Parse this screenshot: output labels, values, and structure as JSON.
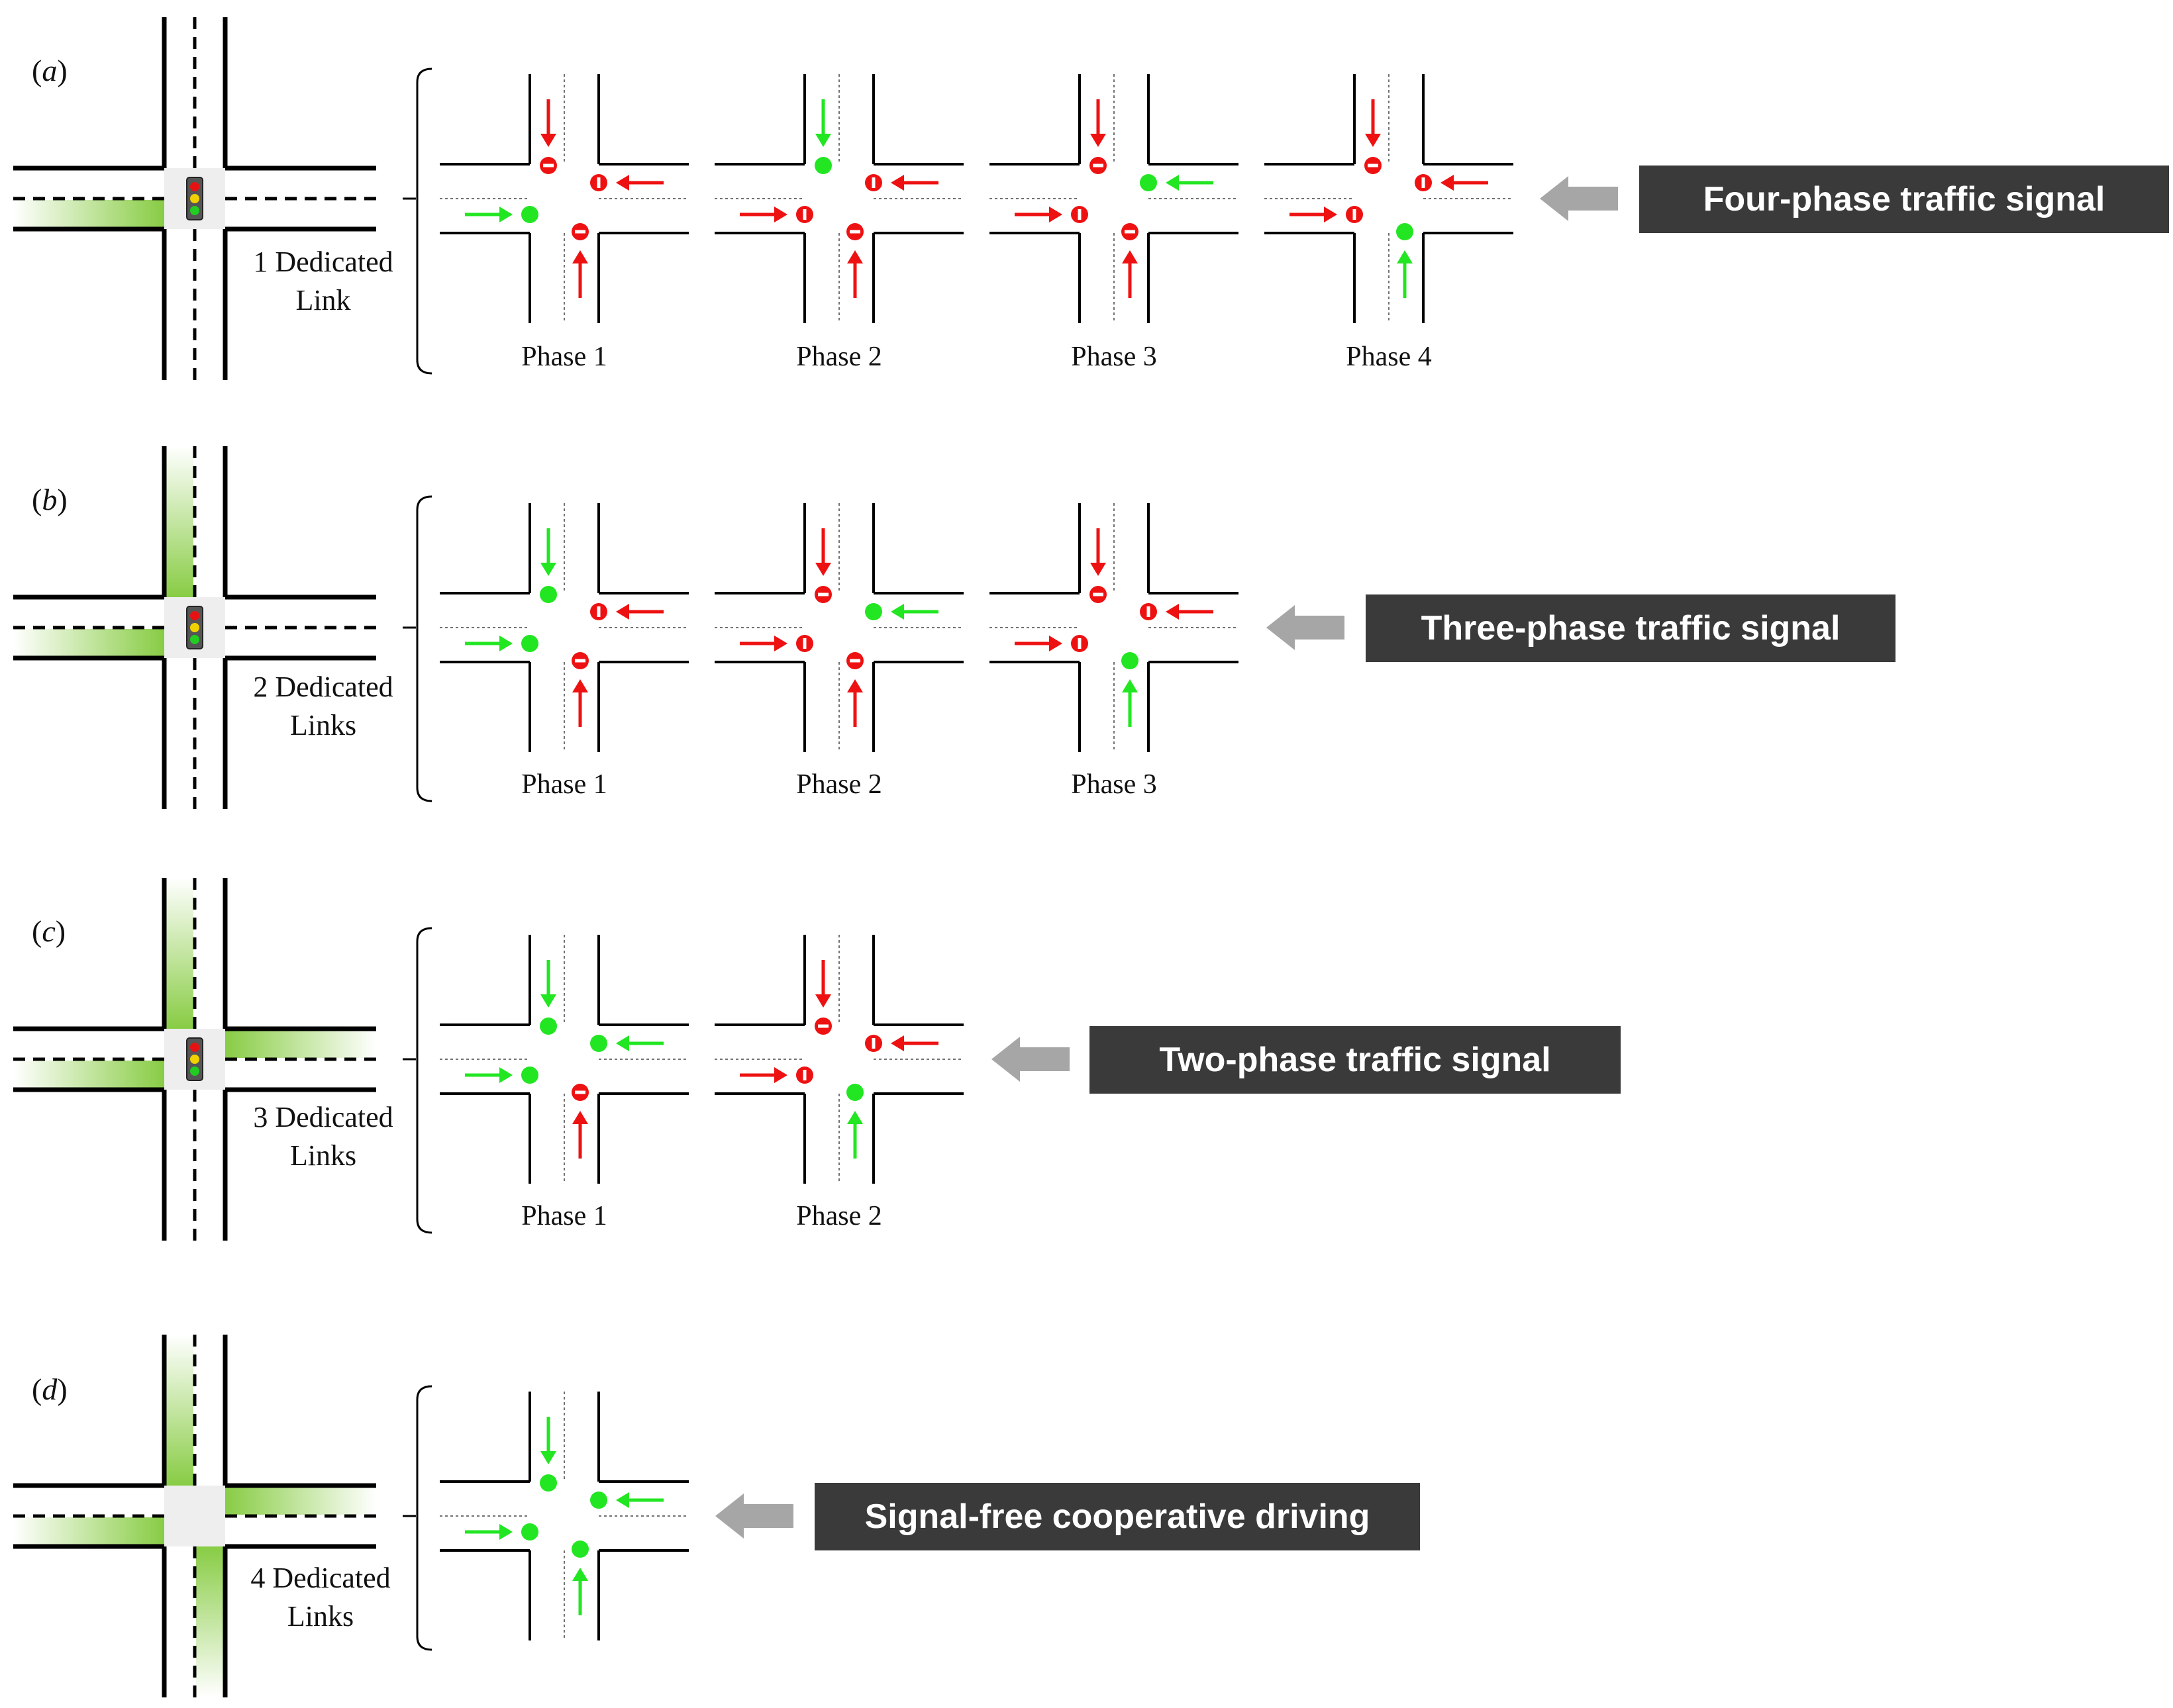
{
  "colors": {
    "go": "#22e622",
    "stop": "#ee1111",
    "road": "#000000",
    "dedicated": "#88cc44",
    "banner_bg": "#3a3a3a",
    "banner_arrow": "#a6a6a6",
    "intersection": "#eeeeee"
  },
  "panels": [
    {
      "letter": "a",
      "link_label": [
        "1 Dedicated",
        "Link"
      ],
      "signal": true,
      "dedicated": [
        "west"
      ],
      "banner": "Four-phase traffic signal",
      "phases": [
        {
          "label": "Phase 1",
          "north": "stop",
          "east": "stop",
          "west": "go",
          "south": "stop"
        },
        {
          "label": "Phase 2",
          "north": "go",
          "east": "stop",
          "west": "stop",
          "south": "stop"
        },
        {
          "label": "Phase 3",
          "north": "stop",
          "east": "go",
          "west": "stop",
          "south": "stop"
        },
        {
          "label": "Phase 4",
          "north": "stop",
          "east": "stop",
          "west": "stop",
          "south": "go"
        }
      ]
    },
    {
      "letter": "b",
      "link_label": [
        "2 Dedicated",
        "Links"
      ],
      "signal": true,
      "dedicated": [
        "west",
        "north"
      ],
      "banner": "Three-phase traffic signal",
      "phases": [
        {
          "label": "Phase 1",
          "north": "go",
          "east": "stop",
          "west": "go",
          "south": "stop"
        },
        {
          "label": "Phase 2",
          "north": "stop",
          "east": "go",
          "west": "stop",
          "south": "stop"
        },
        {
          "label": "Phase 3",
          "north": "stop",
          "east": "stop",
          "west": "stop",
          "south": "go"
        }
      ]
    },
    {
      "letter": "c",
      "link_label": [
        "3 Dedicated",
        "Links"
      ],
      "signal": true,
      "dedicated": [
        "west",
        "north",
        "east"
      ],
      "banner": "Two-phase traffic signal",
      "phases": [
        {
          "label": "Phase 1",
          "north": "go",
          "east": "go",
          "west": "go",
          "south": "stop"
        },
        {
          "label": "Phase 2",
          "north": "stop",
          "east": "stop",
          "west": "stop",
          "south": "go"
        }
      ]
    },
    {
      "letter": "d",
      "link_label": [
        "4 Dedicated",
        "Links"
      ],
      "signal": false,
      "dedicated": [
        "west",
        "north",
        "east",
        "south"
      ],
      "banner": "Signal-free cooperative driving",
      "phases": [
        {
          "label": "",
          "north": "go",
          "east": "go",
          "west": "go",
          "south": "go"
        }
      ]
    }
  ]
}
